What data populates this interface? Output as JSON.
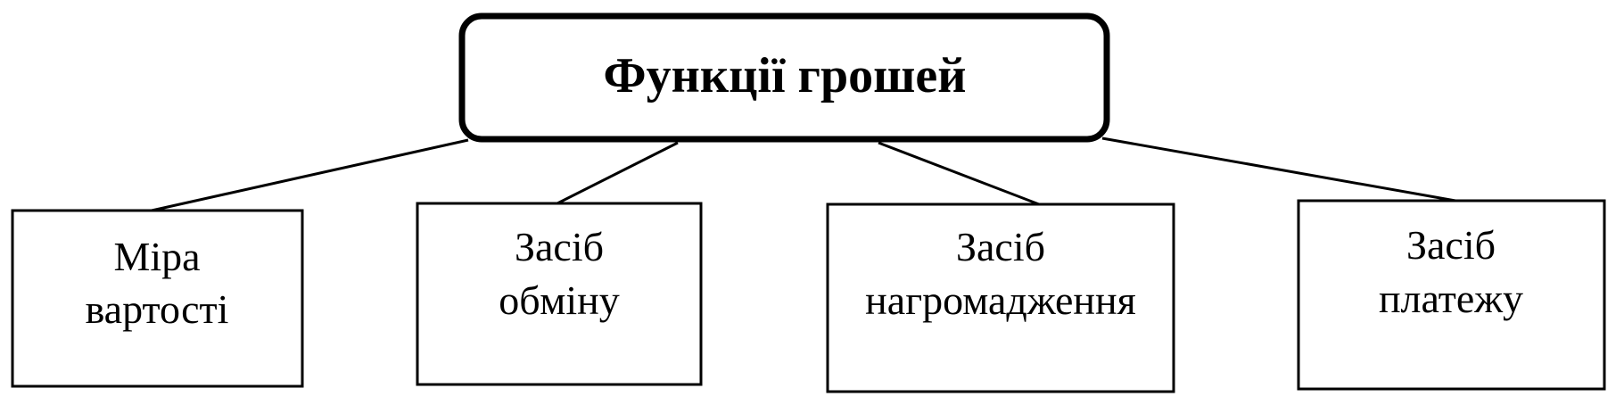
{
  "root": {
    "label": "Функції грошей"
  },
  "children": [
    {
      "line1": "Міра",
      "line2": "вартості"
    },
    {
      "line1": "Засіб",
      "line2": "обміну"
    },
    {
      "line1": "Засіб",
      "line2": "нагромадження"
    },
    {
      "line1": "Засіб",
      "line2": "платежу"
    }
  ]
}
